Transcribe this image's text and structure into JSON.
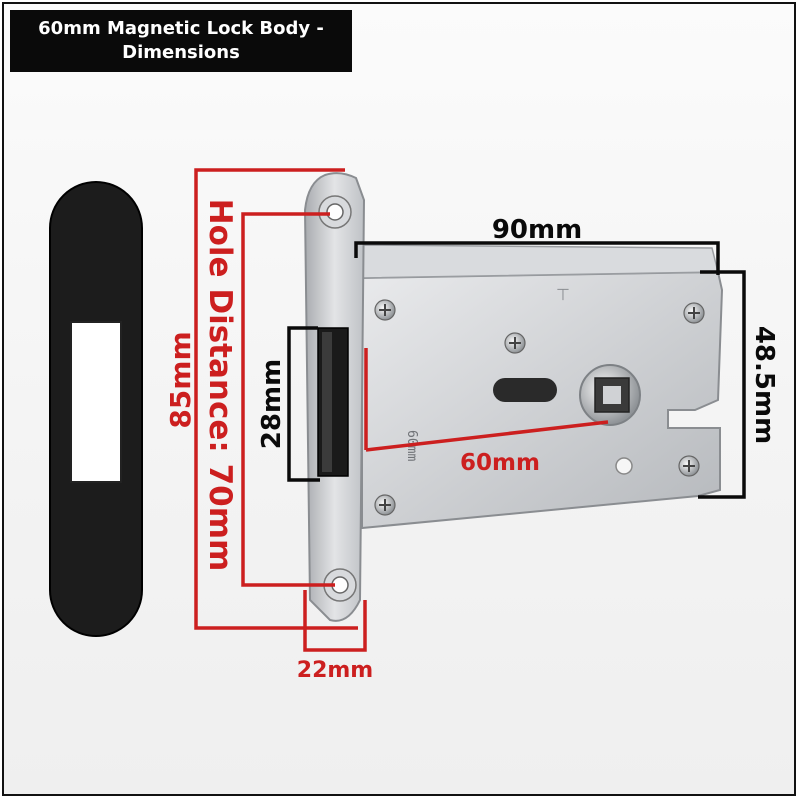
{
  "title": {
    "line1": "60mm Magnetic Lock Body -",
    "line2": "Dimensions"
  },
  "dimensions": {
    "width_label": "90mm",
    "height_label": "48.5mm",
    "overall_label": "85mm",
    "hole_distance_label": "Hole Distance: 70mm",
    "faceplate_latch_label": "28mm",
    "backset_label": "60mm",
    "faceplate_width_label": "22mm"
  },
  "colors": {
    "red": "#cc1f1f",
    "black": "#0a0a0a"
  },
  "case_marking": "60mm"
}
